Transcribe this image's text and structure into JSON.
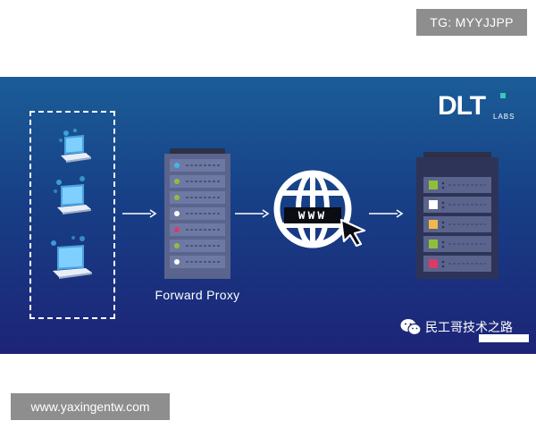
{
  "watermark_top": "TG: MYYJJPP",
  "watermark_bottom": "www.yaxingentw.com",
  "banner": {
    "proxy_label": "Forward Proxy",
    "www_label": "WWW",
    "logo_text": "DLT",
    "logo_sub": "LABS",
    "wechat_text": "民工哥技术之路"
  },
  "colors": {
    "banner_top": "#1b5d98",
    "banner_bottom": "#1d2477",
    "proxy_dots": [
      "#3fb8e8",
      "#8fbf3a",
      "#8fbf3a",
      "#ffffff",
      "#d93a6a",
      "#8fbf3a",
      "#ffffff"
    ],
    "server_dots": [
      "#8fbf3a",
      "#ffffff",
      "#f2b84b",
      "#8fbf3a",
      "#d93a6a"
    ]
  },
  "icons": [
    "laptop-icon",
    "arrow-right-icon",
    "proxy-server-icon",
    "globe-icon",
    "cursor-icon",
    "origin-server-icon",
    "wechat-icon"
  ]
}
